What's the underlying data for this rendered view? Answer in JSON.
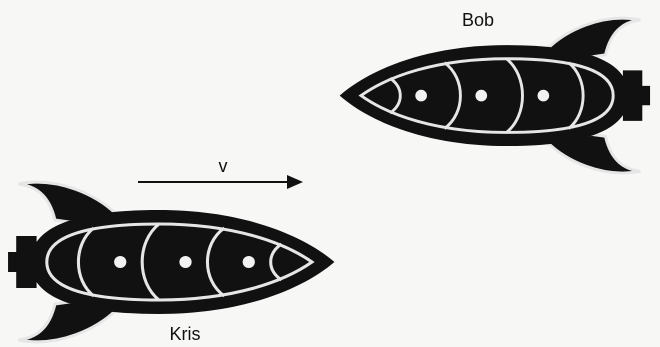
{
  "labels": {
    "top_rocket": "Bob",
    "bottom_rocket": "Kris",
    "velocity": "v"
  },
  "colors": {
    "background": "#f7f7f6",
    "rocket_body": "#111111",
    "rocket_lines": "#e6e6e6",
    "text": "#111111"
  }
}
